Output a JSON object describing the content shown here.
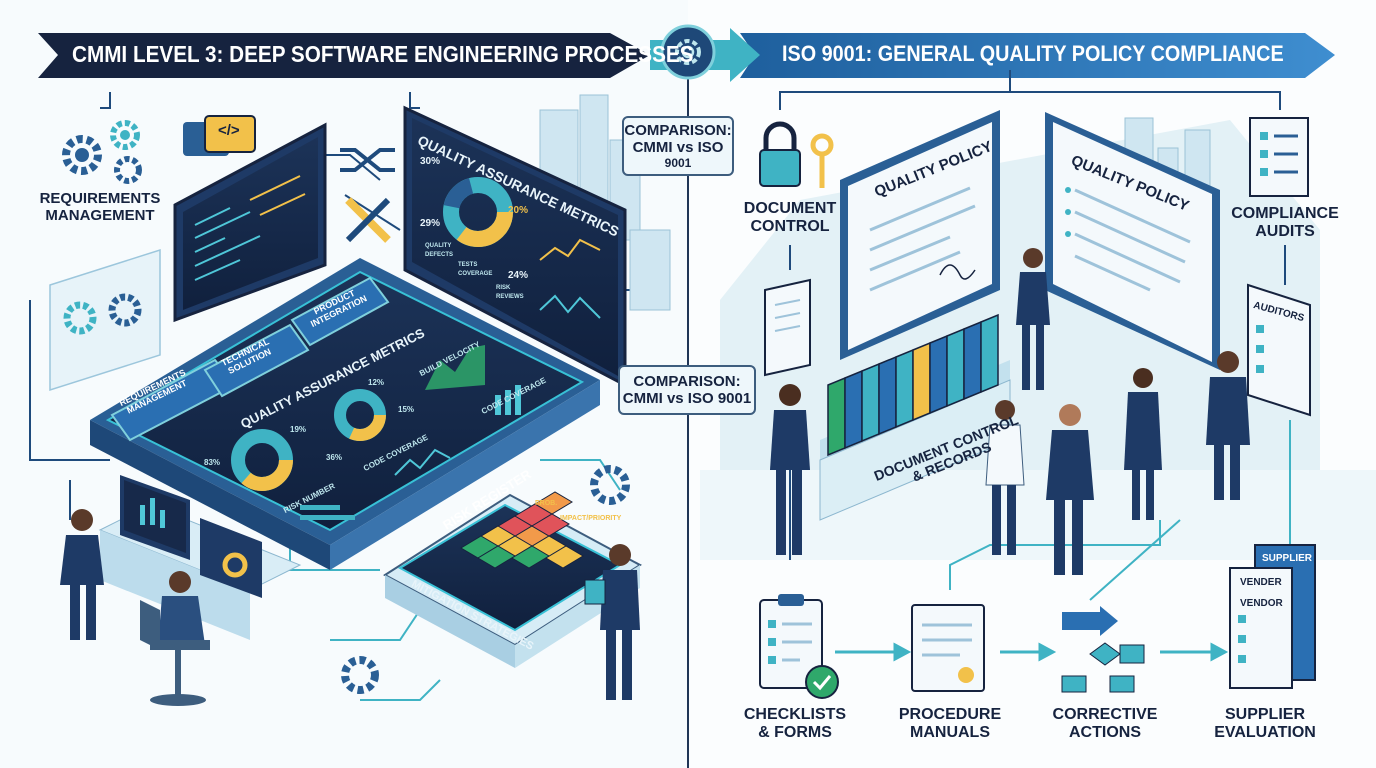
{
  "banners": {
    "left": "CMMI LEVEL 3: DEEP SOFTWARE ENGINEERING PROCESSES",
    "right": "ISO 9001: GENERAL QUALITY POLICY COMPLIANCE"
  },
  "comparison_top": {
    "line1": "COMPARISON:",
    "line2": "CMMI vs ISO",
    "line3": "9001"
  },
  "comparison_mid": {
    "line1": "COMPARISON:",
    "line2": "CMMI vs ISO 9001"
  },
  "cmmi": {
    "requirements_label": {
      "line1": "REQUIREMENTS",
      "line2": "MANAGEMENT"
    },
    "code_icon": "</>",
    "platform_nodes": {
      "requirements": {
        "line1": "REQUIREMENTS",
        "line2": "MANAGEMENT"
      },
      "technical": {
        "line1": "TECHNICAL",
        "line2": "SOLUTION"
      },
      "integration": {
        "line1": "PRODUCT",
        "line2": "INTEGRATION"
      }
    },
    "qa_screen": {
      "title": "QUALITY ASSURANCE METRICS",
      "pct_a": "30%",
      "pct_b": "29%",
      "pct_c": "20%",
      "pct_d": "24%",
      "legend": [
        "QUALITY",
        "DEFECTS",
        "TESTS",
        "COVERAGE",
        "RISK",
        "REVIEWS"
      ]
    },
    "platform_dashboard": {
      "title": "QUALITY ASSURANCE METRICS",
      "pct_a": "12%",
      "pct_b": "15%",
      "pct_c": "19%",
      "pct_d": "36%",
      "pct_e": "83%",
      "build_velocity": "BUILD VELOCITY",
      "code_coverage_1": "CODE COVERAGE",
      "code_coverage_2": "CODE COVERAGE",
      "risk_number": "RISK NUMBER"
    },
    "risk_register": {
      "title": "RISK REGISTER",
      "col_a": "PROB.",
      "col_b": "IMPACT/PRIORITY",
      "strategies": "MITIGATION STRATEGIES"
    }
  },
  "iso": {
    "document_control": {
      "line1": "DOCUMENT",
      "line2": "CONTROL"
    },
    "compliance_audits": {
      "line1": "COMPLIANCE",
      "line2": "AUDITS"
    },
    "quality_policy_1": "QUALITY POLICY",
    "quality_policy_2": "QUALITY POLICY",
    "records": {
      "line1": "DOCUMENT CONTROL",
      "line2": "& RECORDS"
    },
    "auditors": "AUDITORS",
    "supplier": "SUPPLIER",
    "vendor_1": "VENDER",
    "vendor_2": "VENDOR",
    "bottom_steps": [
      {
        "line1": "CHECKLISTS",
        "line2": "& FORMS"
      },
      {
        "line1": "PROCEDURE",
        "line2": "MANUALS"
      },
      {
        "line1": "CORRECTIVE",
        "line2": "ACTIONS"
      },
      {
        "line1": "SUPPLIER",
        "line2": "EVALUATION"
      }
    ]
  },
  "colors": {
    "navy": "#16233f",
    "banner_right": "#2f77b4",
    "teal": "#3fb3c4",
    "accent_yellow": "#f2c14a",
    "screen_dark": "#17294a",
    "cyan_glow": "#38c1d6",
    "green_check": "#2fa86b",
    "red_cell": "#e0535a"
  }
}
